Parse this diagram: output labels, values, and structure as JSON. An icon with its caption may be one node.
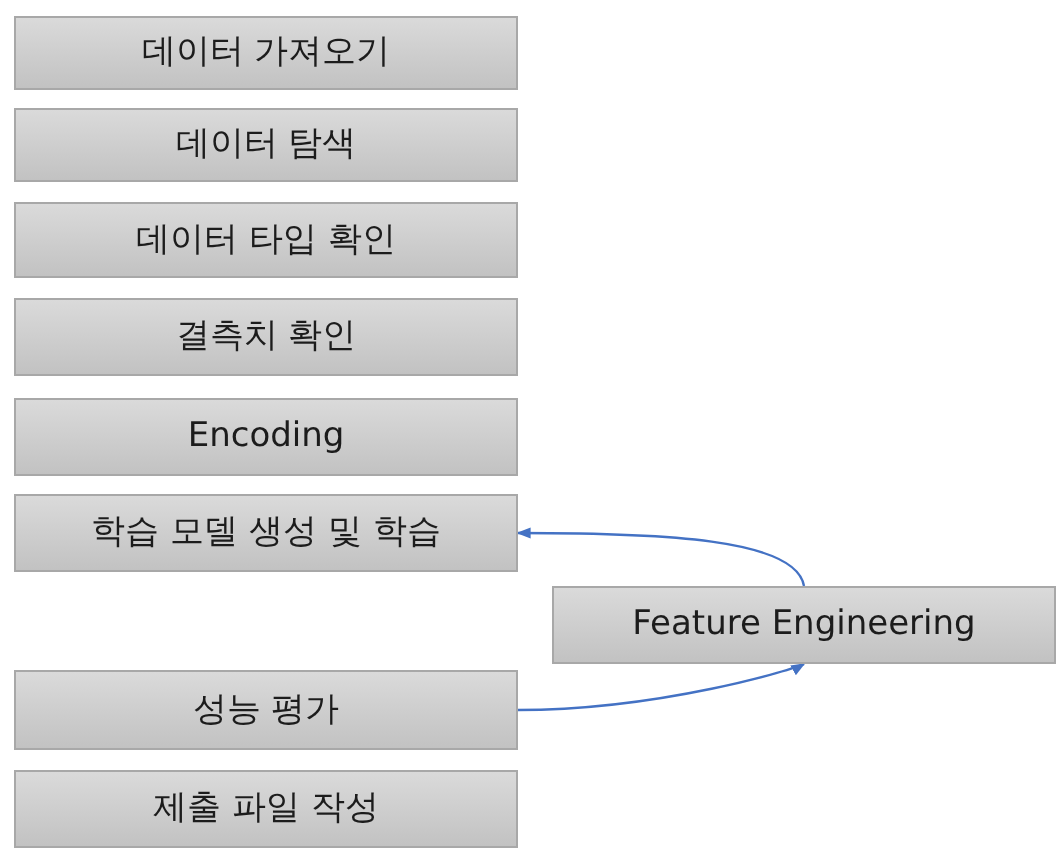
{
  "diagram": {
    "nodes": [
      {
        "text": [
          "데이터 가져오기"
        ]
      },
      {
        "text": [
          "데이터 탐색"
        ]
      },
      {
        "text": [
          "데이터 타입 확인"
        ]
      },
      {
        "text": [
          "결측치 확인"
        ]
      },
      {
        "text": [
          "Encoding"
        ]
      },
      {
        "text": [
          "학습 모델 생성 및 학습"
        ]
      },
      {
        "text": [
          "Feature Engineering"
        ]
      },
      {
        "text": [
          "성능 평가"
        ]
      },
      {
        "text": [
          "제출 파일 작성"
        ]
      }
    ],
    "edges": [
      {
        "from": 6,
        "to": 5,
        "arrow": "to"
      },
      {
        "from": 7,
        "to": 6,
        "arrow": "to"
      }
    ]
  }
}
